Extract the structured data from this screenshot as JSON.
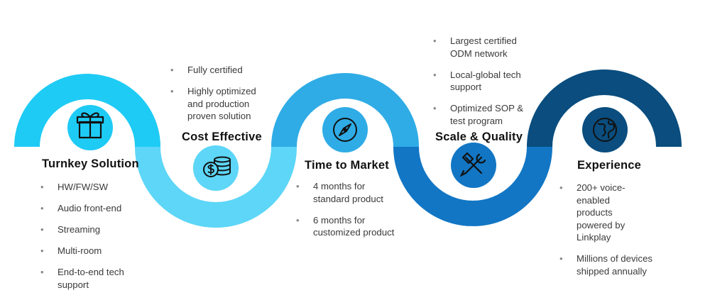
{
  "colors": {
    "turnkey": "#1ECBF5",
    "cost": "#5DD6F7",
    "time": "#2FACE6",
    "scale": "#1276C4",
    "experience": "#0A4D7E",
    "icon_stroke": "#111111",
    "text": "#3a3a3a",
    "title": "#111111",
    "bullet": "#888888"
  },
  "stages": [
    {
      "title": "Turnkey Solution",
      "icon": "gift-icon",
      "bullets": [
        "HW/FW/SW",
        "Audio front-end",
        "Streaming",
        "Multi-room",
        "End-to-end tech support"
      ]
    },
    {
      "title": "Cost Effective",
      "icon": "coins-dollar-icon",
      "bullets": [
        "Fully certified",
        "Highly optimized and production proven solution"
      ]
    },
    {
      "title": "Time to Market",
      "icon": "compass-icon",
      "bullets": [
        "4 months for standard product",
        "6 months for customized product"
      ]
    },
    {
      "title": "Scale & Quality",
      "icon": "tools-icon",
      "bullets": [
        "Largest certified ODM network",
        "Local-global tech support",
        "Optimized SOP & test program"
      ]
    },
    {
      "title": "Experience",
      "icon": "globe-icon",
      "bullets": [
        "200+ voice-enabled products powered by Linkplay",
        "Millions of devices shipped annually"
      ]
    }
  ]
}
